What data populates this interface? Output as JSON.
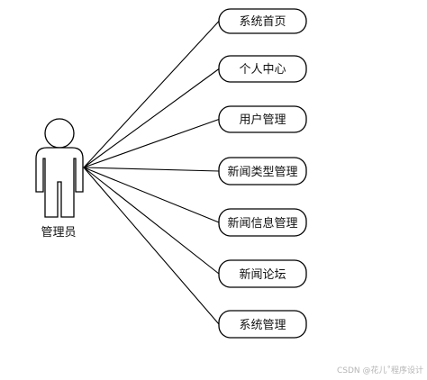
{
  "actor": {
    "label": "管理员"
  },
  "use_cases": [
    {
      "label": "系统首页"
    },
    {
      "label": "个人中心"
    },
    {
      "label": "用户管理"
    },
    {
      "label": "新闻类型管理"
    },
    {
      "label": "新闻信息管理"
    },
    {
      "label": "新闻论坛"
    },
    {
      "label": "系统管理"
    }
  ],
  "watermark": "CSDN @花儿˚程序设计",
  "colors": {
    "stroke": "#000000",
    "text": "#111111",
    "background": "#ffffff",
    "watermark": "#b5b5b5"
  }
}
